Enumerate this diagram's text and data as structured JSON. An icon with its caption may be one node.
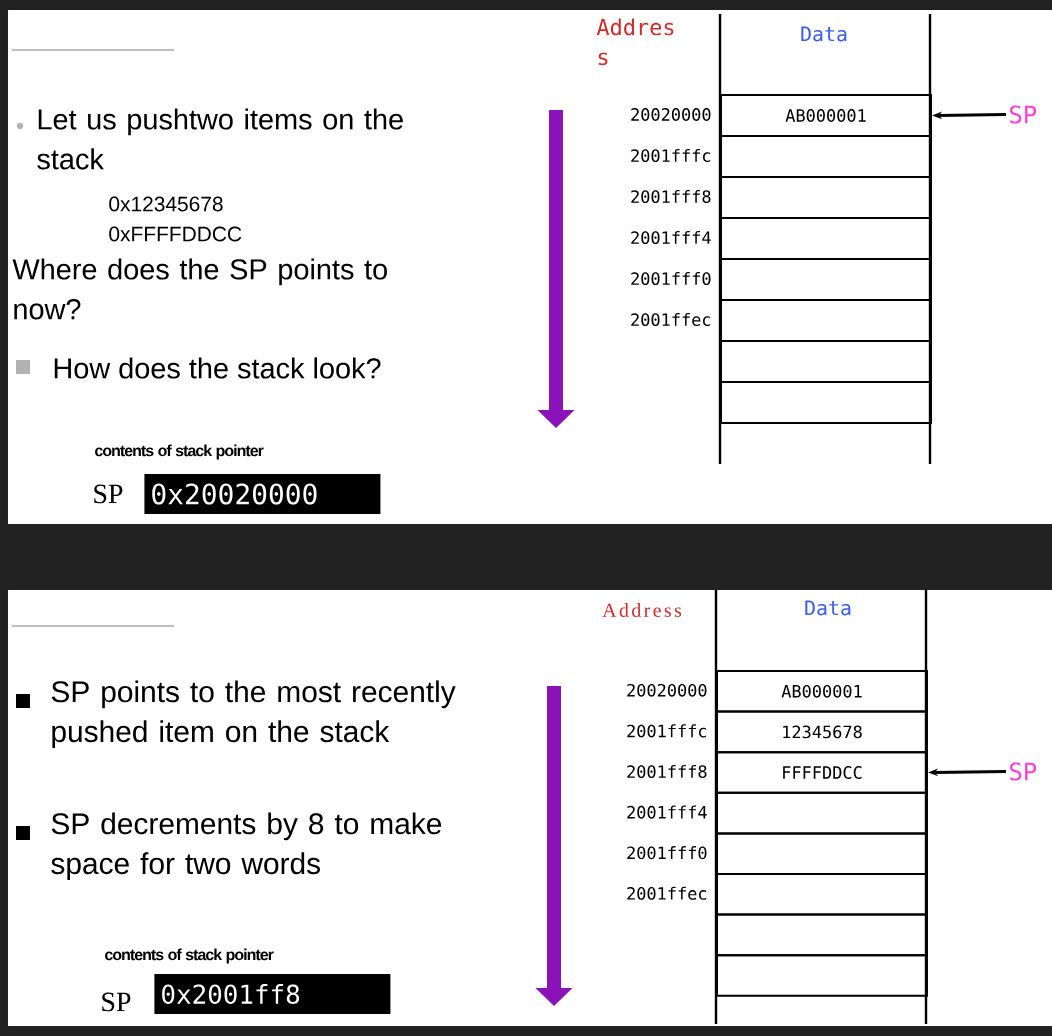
{
  "diagram": {
    "nodes": [
      {
        "text": [
          "AB000001"
        ]
      },
      {
        "text": [],
        "shape": "box"
      },
      {
        "text": [],
        "shape": "box"
      },
      {
        "text": [],
        "shape": "box"
      },
      {
        "text": [],
        "shape": "box"
      },
      {
        "text": [],
        "shape": "box"
      },
      {
        "text": [],
        "shape": "box"
      },
      {
        "text": [],
        "shape": "box"
      },
      {
        "text": [
          "SP"
        ]
      },
      {
        "text": [
          "AB000001"
        ]
      },
      {
        "text": [
          "12345678"
        ]
      },
      {
        "text": [
          "FFFFDDCC"
        ]
      },
      {
        "text": [],
        "shape": "box"
      },
      {
        "text": [],
        "shape": "box"
      },
      {
        "text": [],
        "shape": "box"
      },
      {
        "text": [],
        "shape": "box"
      },
      {
        "text": [],
        "shape": "box"
      },
      {
        "text": [
          "SP"
        ]
      }
    ],
    "edges": [
      {
        "from": 8,
        "to": 0,
        "arrow": "to"
      },
      {
        "from": 17,
        "to": 11,
        "arrow": "to"
      }
    ],
    "labels": [
      "Addres s",
      "Data",
      "20020000",
      "2001fffc",
      "2001fff8",
      "2001fff4",
      "2001fff0",
      "2001ffec",
      "Let us pushtwo items on the stack",
      "0x12345678",
      "0xFFFFDDCC",
      "Where does the SP points to now?",
      "How does the stack look?",
      "contents of stack pointer",
      "SP",
      "0x20020000",
      "Address",
      "Data",
      "20020000",
      "2001fffc",
      "2001fff8",
      "2001fff4",
      "2001fff0",
      "2001ffec",
      "SP points to the most recently pushed item on the stack",
      "SP decrements by 8 to make space for two words",
      "contents of stack pointer",
      "SP",
      "0x2001ff8"
    ]
  }
}
